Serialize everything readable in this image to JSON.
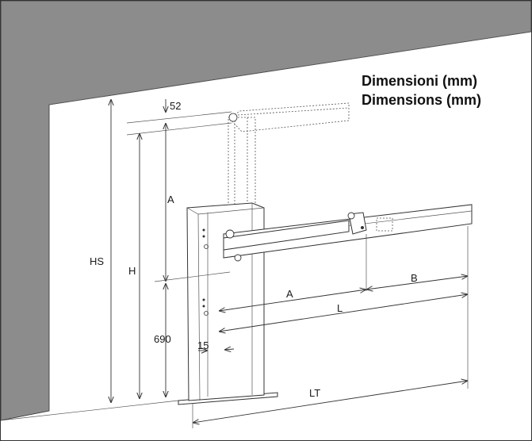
{
  "title": {
    "line1": "Dimensioni (mm)",
    "line2": "Dimensions (mm)"
  },
  "labels": {
    "d52": "52",
    "a_vertical": "A",
    "hs": "HS",
    "h": "H",
    "d690": "690",
    "d15": "15",
    "a_horizontal": "A",
    "b": "B",
    "l": "L",
    "lt": "LT"
  },
  "colors": {
    "wall": "#8c8c8c",
    "paper": "#ffffff",
    "ink": "#333333"
  }
}
